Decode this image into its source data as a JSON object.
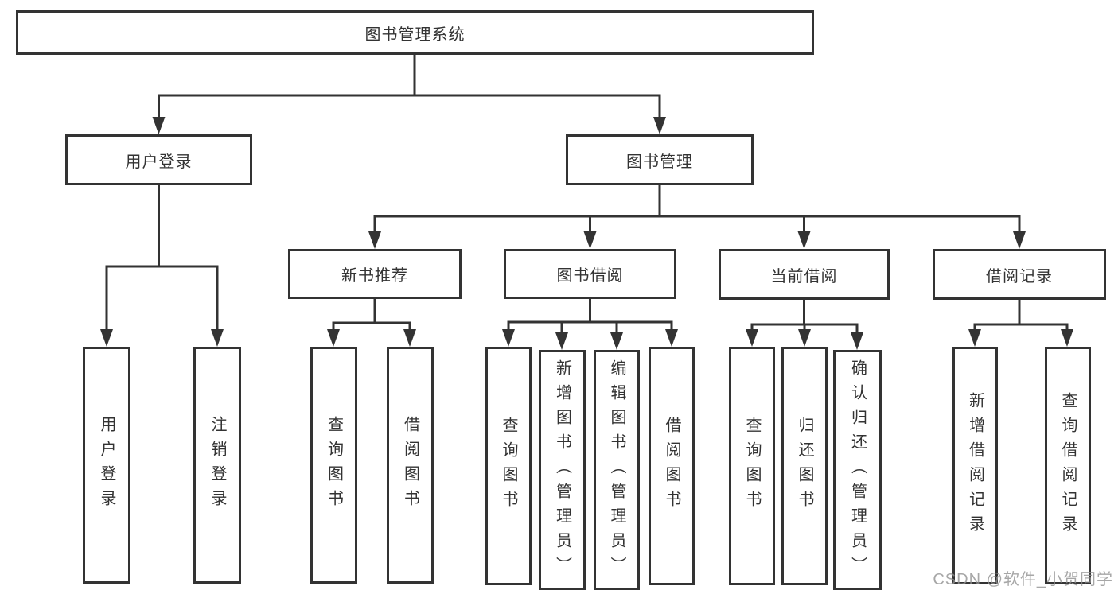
{
  "root": {
    "label": "图书管理系统"
  },
  "level2": [
    {
      "label": "用户登录"
    },
    {
      "label": "图书管理"
    }
  ],
  "level3": [
    {
      "label": "新书推荐"
    },
    {
      "label": "图书借阅"
    },
    {
      "label": "当前借阅"
    },
    {
      "label": "借阅记录"
    }
  ],
  "leaves": {
    "user_login": [
      "用户登录",
      "注销登录"
    ],
    "new_book": [
      "查询图书",
      "借阅图书"
    ],
    "book_borrow": [
      "查询图书",
      "新增图书（管理员）",
      "编辑图书（管理员）",
      "借阅图书"
    ],
    "current_borrow": [
      "查询图书",
      "归还图书",
      "确认归还（管理员）"
    ],
    "borrow_record": [
      "新增借阅记录",
      "查询借阅记录"
    ]
  },
  "watermark": "CSDN @软件_小贺同学",
  "colors": {
    "line": "#333333",
    "box_border": "#333333",
    "box_background": "#ffffff",
    "watermark": "#919191"
  }
}
